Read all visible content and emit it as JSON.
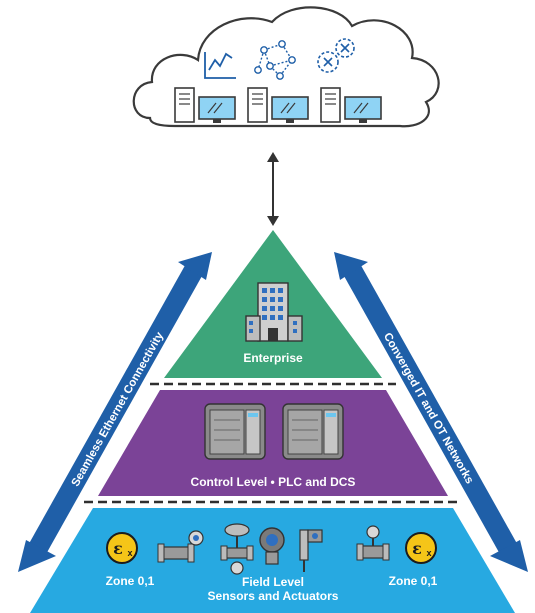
{
  "cloud": {
    "icons": [
      "line-chart-icon",
      "network-graph-icon",
      "gears-icon"
    ],
    "workstation_count": 3
  },
  "labels": {
    "enterprise": "Enterprise",
    "control": "Control Level • PLC and DCS",
    "zone_left": "Zone 0,1",
    "zone_right": "Zone 0,1",
    "field_line1": "Field Level",
    "field_line2": "Sensors and Actuators",
    "arrow_left": "Seamless Ethernet Connectivity",
    "arrow_right": "Converged IT and OT Networks"
  },
  "colors": {
    "enterprise": "#3da57a",
    "control": "#7b4397",
    "field": "#27a9e1",
    "arrow": "#1f5fa8",
    "cloud_outline": "#3a3a3a",
    "monitor_screen": "#8fd3f4"
  }
}
